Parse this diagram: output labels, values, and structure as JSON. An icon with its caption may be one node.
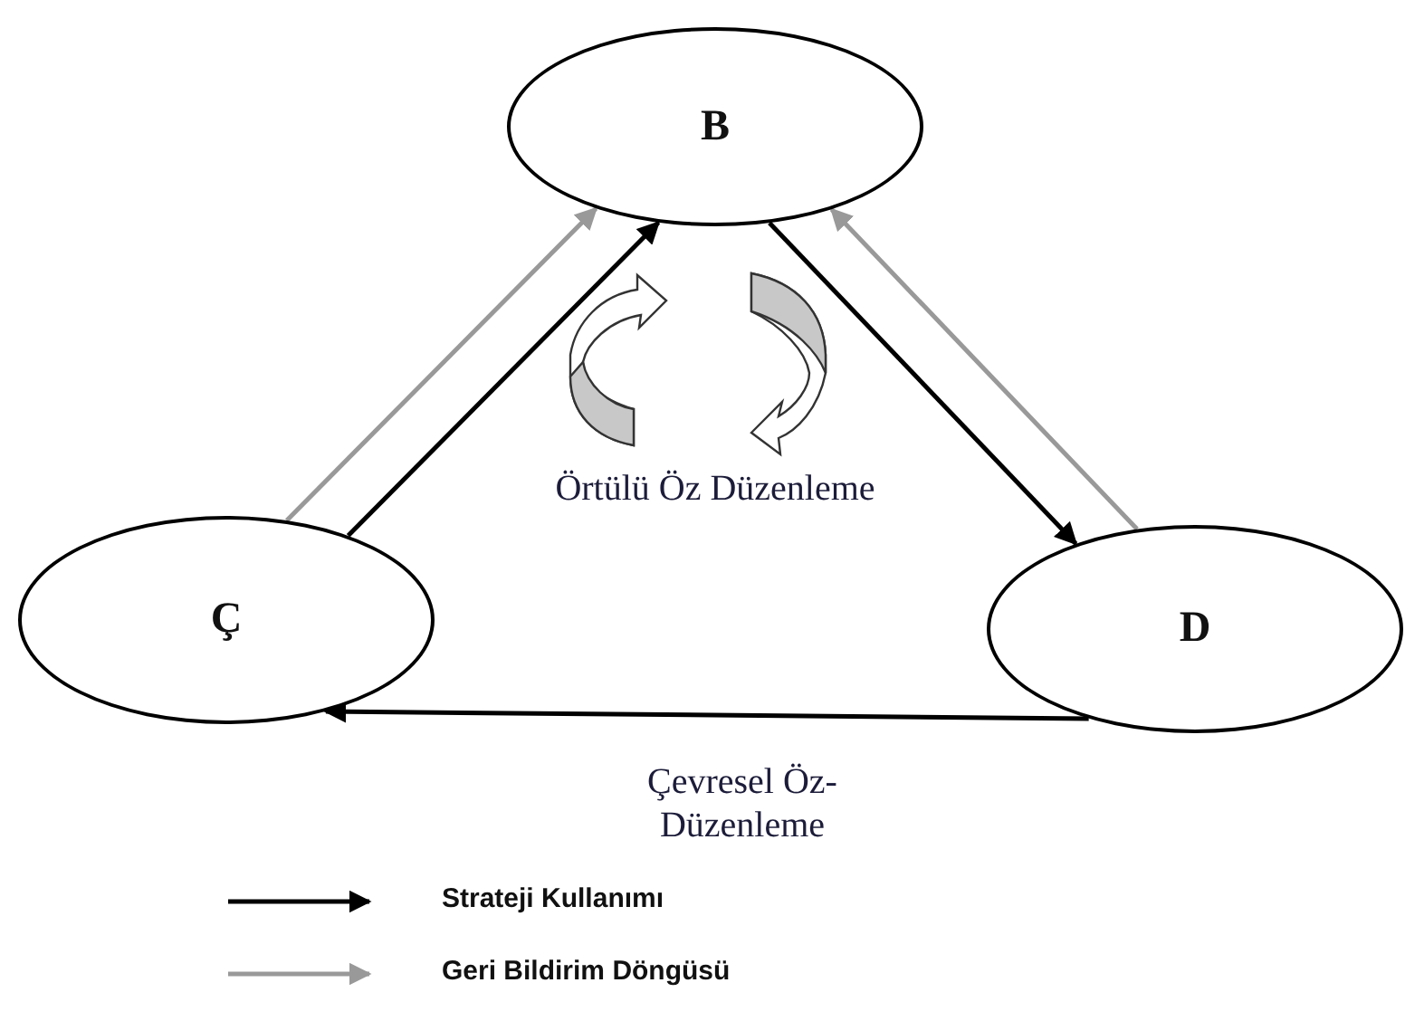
{
  "diagram": {
    "nodes": [
      {
        "text": [
          "B"
        ]
      },
      {
        "text": [
          "Ç"
        ]
      },
      {
        "text": [
          "D"
        ]
      }
    ],
    "edges": [
      {
        "from": 1,
        "to": 0,
        "arrow": "to"
      },
      {
        "from": 1,
        "to": 0,
        "arrow": "to",
        "color": "#999999"
      },
      {
        "from": 0,
        "to": 2,
        "arrow": "to"
      },
      {
        "from": 2,
        "to": 0,
        "arrow": "to",
        "color": "#999999"
      },
      {
        "from": 2,
        "to": 1,
        "arrow": "to",
        "label": "Çevresel Öz-Düzenleme"
      }
    ],
    "labels": [
      "Örtülü Öz Düzenleme"
    ],
    "legend": [
      {
        "text": "Strateji Kullanımı"
      },
      {
        "text": "Geri Bildirim Döngüsü"
      }
    ]
  }
}
